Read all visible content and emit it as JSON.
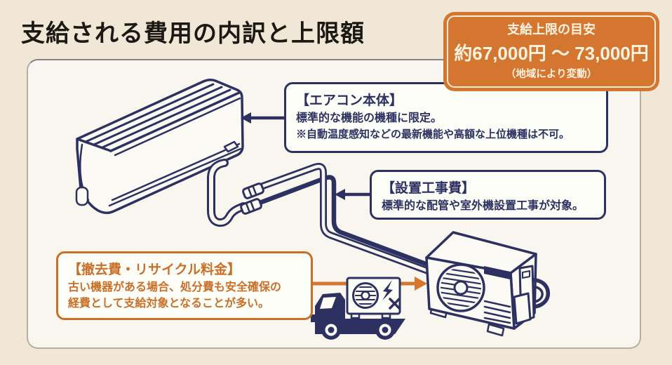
{
  "page": {
    "title": "支給される費用の内訳と上限額"
  },
  "badge": {
    "heading": "支給上限の目安",
    "amount": "約67,000円 ～ 73,000円",
    "note": "（地域により変動）"
  },
  "callouts": {
    "aircon_body": {
      "title": "【エアコン本体】",
      "line1": "標準的な機能の機種に限定。",
      "line2": "※自動温度感知などの最新機能や高額な上位機種は不可。"
    },
    "installation": {
      "title": "【設置工事費】",
      "line1": "標準的な配管や室外機設置工事が対象。"
    },
    "removal": {
      "title": "【撤去費・リサイクル料金】",
      "line1": "古い機器がある場合、処分費も安全確保の",
      "line2": "経費として支給対象となることが多い。"
    }
  },
  "icons": {
    "indoor_unit": "indoor-ac-unit-icon",
    "outdoor_unit": "outdoor-ac-unit-icon",
    "pipes": "refrigerant-pipes-icon",
    "pipe_connectors": "pipe-connector-icon",
    "truck": "removal-truck-icon",
    "old_unit": "old-ac-unit-icon",
    "arrow_indoor": "arrow-to-indoor-unit-icon",
    "arrow_pipes": "arrow-to-pipes-icon",
    "arrow_outdoor": "arrow-to-outdoor-unit-icon"
  },
  "colors": {
    "navy": "#2d3161",
    "orange": "#d4762f",
    "orange_text": "#c96f28",
    "page_bg": "#f0e7d6",
    "panel_bg": "#f8f6ee",
    "callout_bg": "#fdfdf8",
    "badge_text": "#fcf3e1",
    "title_text": "#1c1914"
  }
}
